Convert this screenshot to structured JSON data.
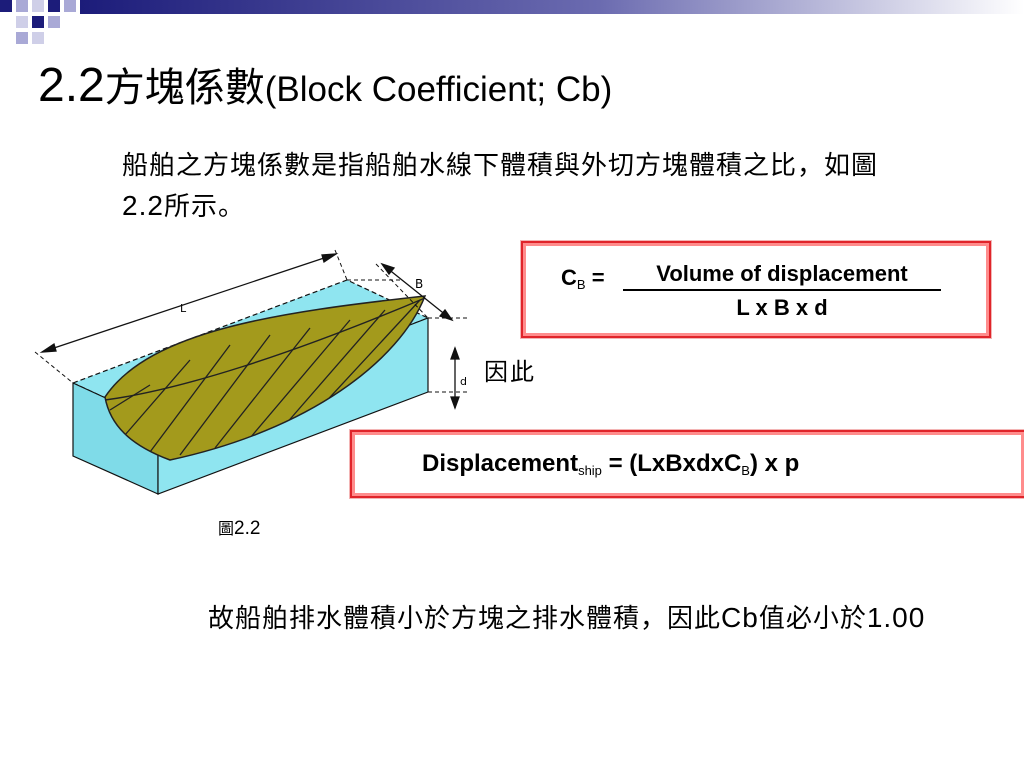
{
  "slide": {
    "title": {
      "number": "2.2",
      "zh": "方塊係數",
      "en": "(Block Coefficient; Cb)"
    },
    "paragraph1": {
      "text": "船舶之方塊係數是指船舶水線下體積與外切方塊體積之比，如圖",
      "figref": "2.2",
      "tail": "所示。"
    },
    "figure": {
      "labels": {
        "length": "L",
        "breadth": "B",
        "depth": "d"
      },
      "caption_prefix": "圖",
      "caption_number": "2.2"
    },
    "formula1": {
      "lhs": "C",
      "lhs_sub": "B",
      "equals": "=",
      "numerator": "Volume of displacement",
      "denominator": "L x B x d"
    },
    "therefore": "因此",
    "formula2": {
      "lhs": "Displacement",
      "lhs_sub": "ship",
      "rhs_a": "= (LxBxdxC",
      "rhs_sub": "B",
      "rhs_b": ") x p"
    },
    "paragraph2": {
      "text": "故船舶排水體積小於方塊之排水體積，因此",
      "term": "Cb",
      "mid": "值必小於",
      "value": "1.00"
    },
    "colors": {
      "accent_navy": "#1c1c7a",
      "box_border": "#e0242a",
      "block_fill": "#8fe5f0",
      "hull_fill": "#a39a1c"
    }
  }
}
